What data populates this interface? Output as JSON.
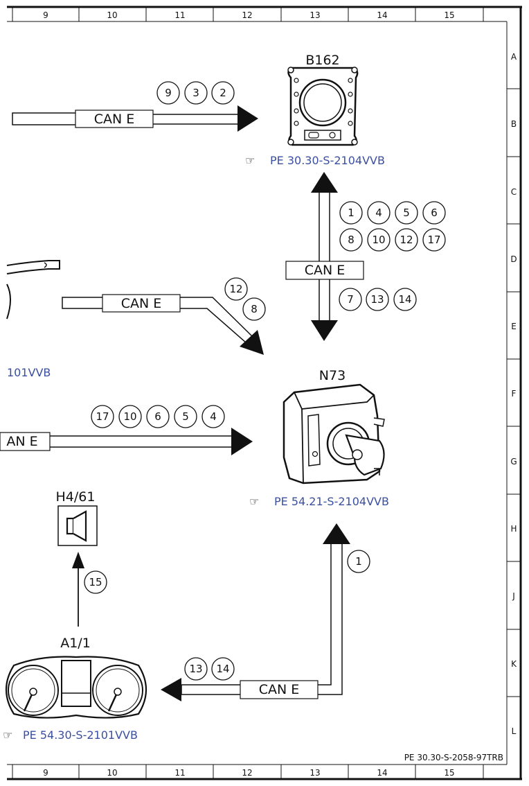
{
  "ruler": {
    "columns": [
      "9",
      "10",
      "11",
      "12",
      "13",
      "14",
      "15"
    ],
    "rows": [
      "A",
      "B",
      "C",
      "D",
      "E",
      "F",
      "G",
      "H",
      "J",
      "K",
      "L"
    ]
  },
  "document_id": "PE 30.30-S-2058-97TRB",
  "bus_label": "CAN E",
  "components": {
    "b162": {
      "label": "B162",
      "ref": "PE 30.30-S-2104VVB"
    },
    "n73": {
      "label": "N73",
      "ref": "PE 54.21-S-2104VVB"
    },
    "h4_61": {
      "label": "H4/61"
    },
    "a1_1": {
      "label": "A1/1",
      "ref": "PE 54.30-S-2101VVB"
    },
    "left_partial": {
      "ref": "101VVB"
    }
  },
  "signals": {
    "to_b162": [
      "9",
      "3",
      "2"
    ],
    "b162_n73_upper": [
      "1",
      "4",
      "5",
      "6",
      "8",
      "10",
      "12",
      "17"
    ],
    "b162_n73_lower": [
      "7",
      "13",
      "14"
    ],
    "left_mid": [
      "12",
      "8"
    ],
    "to_n73": [
      "17",
      "10",
      "6",
      "5",
      "4"
    ],
    "to_h4": [
      "15"
    ],
    "n73_up": [
      "1"
    ],
    "to_a1": [
      "13",
      "14"
    ]
  },
  "partial_labels": {
    "can_cut": "AN E"
  }
}
